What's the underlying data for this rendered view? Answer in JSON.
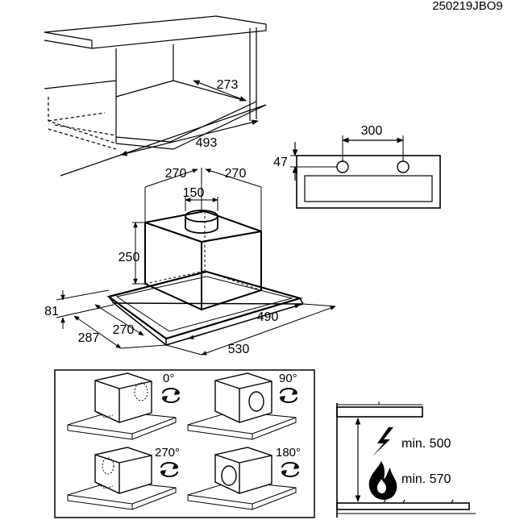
{
  "reference_code": "250219JBO9",
  "cabinet": {
    "depth_label": "273",
    "width_label": "493"
  },
  "front_panel": {
    "hole_spacing_label": "300",
    "hole_height_label": "47"
  },
  "hood": {
    "side_offset_left_label": "270",
    "side_offset_right_label": "270",
    "outlet_diameter_label": "150",
    "box_height_label": "250",
    "base_height_label": "81",
    "depth_total_label": "287",
    "depth_inner_label": "270",
    "width_inner_label": "490",
    "width_total_label": "530"
  },
  "rotations": [
    {
      "label": "0°"
    },
    {
      "label": "90°"
    },
    {
      "label": "270°"
    },
    {
      "label": "180°"
    }
  ],
  "clearance": {
    "electric_label": "min. 500",
    "gas_label": "min. 570"
  },
  "icons": [
    "rotate-icon",
    "lightning-icon",
    "flame-icon",
    "round-outlet-icon"
  ]
}
